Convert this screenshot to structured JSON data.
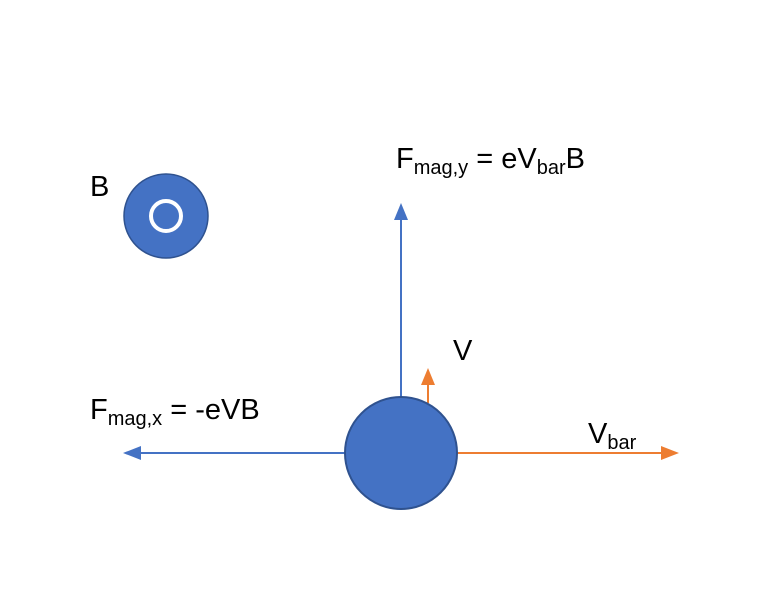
{
  "colors": {
    "blue": "#4472C4",
    "blue_stroke": "#2F528F",
    "orange": "#ED7D31",
    "text": "#000000"
  },
  "labels": {
    "field": "B",
    "force_y": {
      "base": "F",
      "sub": "mag,y",
      "eq": " = eV",
      "sub2": "bar",
      "tail": "B"
    },
    "force_x": {
      "base": "F",
      "sub": "mag,x",
      "eq": " = -eVB"
    },
    "velocity": "V",
    "bar_velocity": {
      "base": "V",
      "sub": "bar"
    }
  },
  "icons": {
    "field_symbol": "magnetic-field-out-of-page-icon",
    "particle": "charged-particle-circle"
  }
}
